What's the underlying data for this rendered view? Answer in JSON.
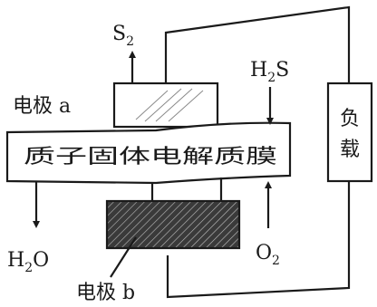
{
  "labels": {
    "electrode_a": "电极 a",
    "electrode_b": "电极 b",
    "membrane": "质子固体电解质膜",
    "load": "负载",
    "load_char_1": "负",
    "load_char_2": "载"
  },
  "species": {
    "s2": {
      "base": "S",
      "sub": "2"
    },
    "h2s": {
      "base1": "H",
      "sub": "2",
      "base2": "S"
    },
    "h2o": {
      "base1": "H",
      "sub": "2",
      "base2": "O"
    },
    "o2": {
      "base": "O",
      "sub": "2"
    }
  },
  "colors": {
    "ink": "#1a1a1a",
    "electrode_b_fill": "#3a3a3a",
    "membrane_fill": "#ffffff"
  }
}
